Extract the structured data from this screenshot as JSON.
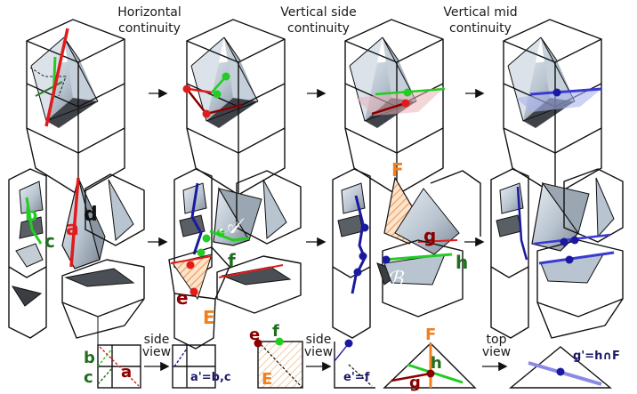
{
  "headers": {
    "h1": [
      "Horizontal",
      "continuity"
    ],
    "h2": [
      "Vertical side",
      "continuity"
    ],
    "h3": [
      "Vertical mid",
      "continuity"
    ]
  },
  "labels": {
    "b": "b",
    "c": "c",
    "a": "a",
    "d": "d",
    "A": "𝒜",
    "f": "f",
    "e": "e",
    "E": "E",
    "F": "F",
    "g": "g",
    "h": "h",
    "B": "ℬ"
  },
  "bottom": {
    "side_view_1": [
      "side",
      "view"
    ],
    "side_view_2": [
      "side",
      "view"
    ],
    "top_view": [
      "top",
      "view"
    ],
    "panel1": {
      "b": "b",
      "c": "c",
      "a": "a",
      "result": "a'=b,c"
    },
    "panel2": {
      "e": "e",
      "f": "f",
      "E": "E",
      "result": "e'=f"
    },
    "panel3": {
      "F": "F",
      "h": "h",
      "g": "g",
      "result": "g'=h∩F"
    }
  },
  "colors": {
    "red": "#e01b1b",
    "green": "#22cc22",
    "dark_red": "#8b0000",
    "orange": "#f08020",
    "blue": "#1a1aa0",
    "dark_green": "#1f6e1f",
    "surface": "#b8c4d0",
    "dark_surface": "#5a5f66"
  }
}
